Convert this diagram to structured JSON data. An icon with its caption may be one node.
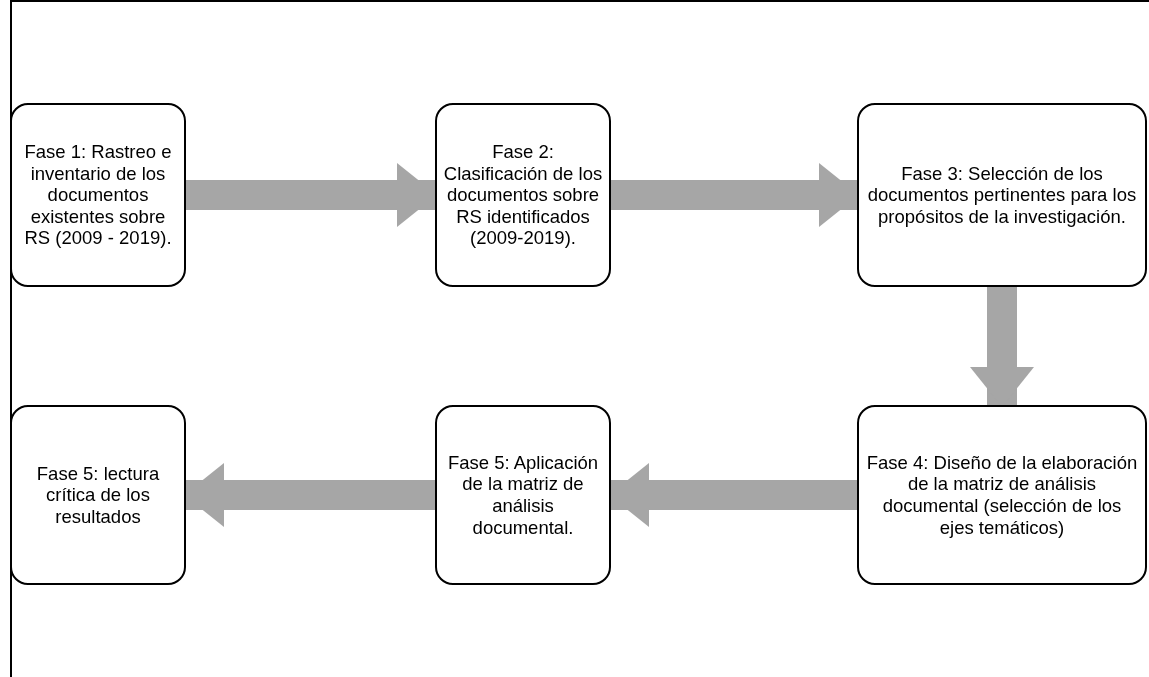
{
  "diagram": {
    "nodes": [
      {
        "text": [
          "Fase 1: Rastreo e inventario de los documentos existentes sobre RS (2009 - 2019)."
        ]
      },
      {
        "text": [
          "Fase 2: Clasificación de los documentos sobre RS identificados (2009-2019)."
        ]
      },
      {
        "text": [
          "Fase 3: Selección de los documentos pertinentes para los propósitos de la investigación."
        ]
      },
      {
        "text": [
          "Fase 4: Diseño de la elaboración de la matriz de análisis documental (selección de los ejes temáticos)"
        ]
      },
      {
        "text": [
          "Fase 5: Aplicación de la matriz de análisis documental."
        ]
      },
      {
        "text": [
          "Fase 5: lectura crítica de los resultados"
        ]
      }
    ],
    "edges": [
      {
        "from": 0,
        "to": 1,
        "arrow": "to"
      },
      {
        "from": 1,
        "to": 2,
        "arrow": "to"
      },
      {
        "from": 2,
        "to": 3,
        "arrow": "to"
      },
      {
        "from": 3,
        "to": 4,
        "arrow": "to"
      },
      {
        "from": 4,
        "to": 5,
        "arrow": "to"
      }
    ]
  }
}
